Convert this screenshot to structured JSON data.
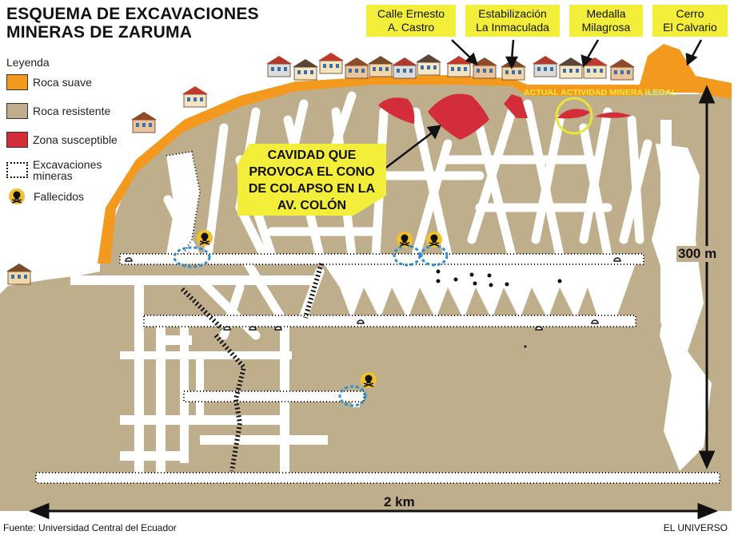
{
  "title_lines": [
    "ESQUEMA DE EXCAVACIONES",
    "MINERAS DE ZARUMA"
  ],
  "legend": {
    "title": "Leyenda",
    "items": [
      {
        "label": "Roca suave",
        "color": "#f39a1e",
        "kind": "swatch"
      },
      {
        "label": "Roca resistente",
        "color": "#bfae8c",
        "kind": "swatch"
      },
      {
        "label": "Zona susceptible",
        "color": "#d32d3a",
        "kind": "swatch"
      },
      {
        "label_lines": [
          "Excavaciones",
          "mineras"
        ],
        "kind": "dotted"
      },
      {
        "label": "Fallecidos",
        "kind": "skull"
      }
    ]
  },
  "place_labels": [
    {
      "lines": [
        "Calle Ernesto",
        "A. Castro"
      ]
    },
    {
      "lines": [
        "Estabilización",
        "La Inmaculada"
      ]
    },
    {
      "lines": [
        "Medalla",
        "Milagrosa"
      ]
    },
    {
      "lines": [
        "Cerro",
        "El Calvario"
      ]
    }
  ],
  "callout_lines": [
    "CAVIDAD QUE",
    "PROVOCA EL CONO",
    "DE COLAPSO EN LA",
    "AV. COLÓN"
  ],
  "illegal_label": "ACTUAL ACTIVIDAD MINERA ILEGAL",
  "depth_label": "300 m",
  "width_label": "2 km",
  "source": "Fuente: Universidad Central del Ecuador",
  "brand": "EL UNIVERSO",
  "colors": {
    "soft_rock": "#f39a1e",
    "hard_rock": "#bfae8c",
    "susceptible": "#d32d3a",
    "label_bg": "#f2ee3a",
    "tunnel": "#ffffff",
    "death_marker": "#f2c12e",
    "death_circle": "#2b8fd0"
  },
  "icons": {
    "skull": "skull-icon",
    "house": "house-icon",
    "arrow": "arrow-icon"
  }
}
